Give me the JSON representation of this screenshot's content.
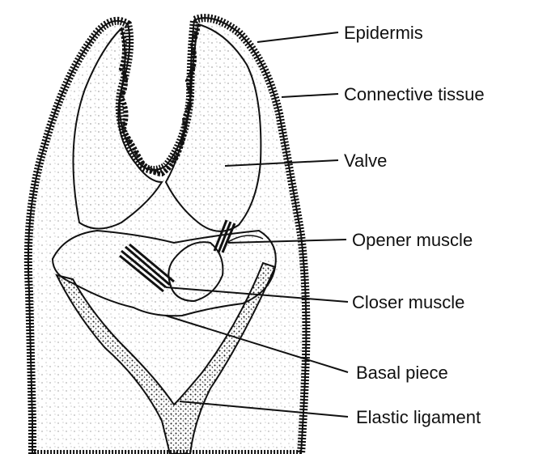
{
  "labels": {
    "epidermis": "Epidermis",
    "connective_tissue": "Connective tissue",
    "valve": "Valve",
    "opener_muscle": "Opener muscle",
    "closer_muscle": "Closer muscle",
    "basal_piece": "Basal piece",
    "elastic_ligament": "Elastic ligament"
  }
}
